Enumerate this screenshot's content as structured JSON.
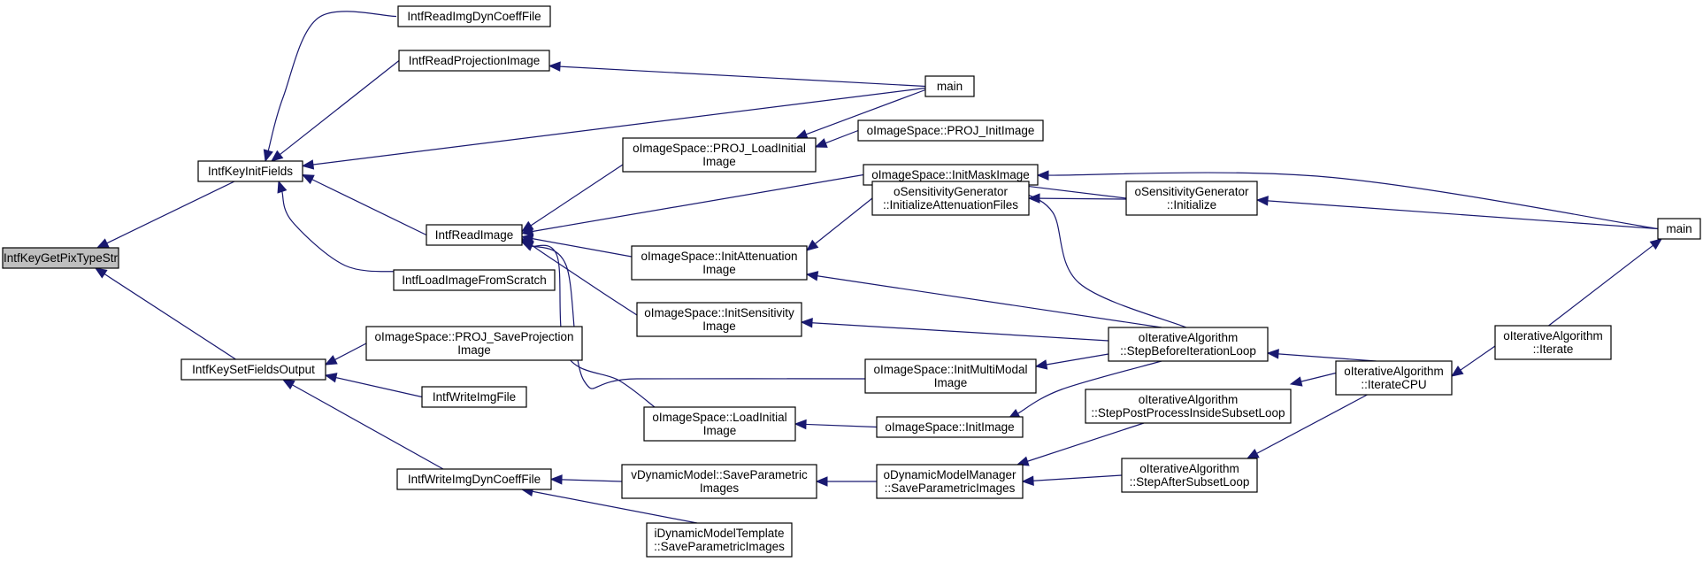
{
  "diagram": {
    "colors": {
      "edge": "#191970",
      "highlight": "#bfbfbf",
      "border": "#000000",
      "background": "#ffffff"
    },
    "nodes": [
      {
        "id": "n0",
        "lines": [
          "IntfKeyGetPixTypeStr"
        ],
        "highlight": true
      },
      {
        "id": "n1",
        "lines": [
          "IntfKeyInitFields"
        ]
      },
      {
        "id": "n2",
        "lines": [
          "IntfKeySetFieldsOutput"
        ]
      },
      {
        "id": "n3",
        "lines": [
          "IntfReadImgDynCoeffFile"
        ]
      },
      {
        "id": "n4",
        "lines": [
          "IntfReadProjectionImage"
        ]
      },
      {
        "id": "n5",
        "lines": [
          "IntfReadImage"
        ]
      },
      {
        "id": "n6",
        "lines": [
          "IntfLoadImageFromScratch"
        ]
      },
      {
        "id": "n7",
        "lines": [
          "oImageSpace::PROJ_SaveProjection",
          "Image"
        ]
      },
      {
        "id": "n8",
        "lines": [
          "IntfWriteImgFile"
        ]
      },
      {
        "id": "n9",
        "lines": [
          "IntfWriteImgDynCoeffFile"
        ]
      },
      {
        "id": "n10",
        "lines": [
          "main"
        ]
      },
      {
        "id": "n11",
        "lines": [
          "oImageSpace::PROJ_LoadInitial",
          "Image"
        ]
      },
      {
        "id": "n12",
        "lines": [
          "oImageSpace::InitMaskImage"
        ]
      },
      {
        "id": "n13",
        "lines": [
          "oImageSpace::InitAttenuation",
          "Image"
        ]
      },
      {
        "id": "n14",
        "lines": [
          "oImageSpace::InitSensitivity",
          "Image"
        ]
      },
      {
        "id": "n15",
        "lines": [
          "oImageSpace::InitMultiModal",
          "Image"
        ]
      },
      {
        "id": "n16",
        "lines": [
          "oImageSpace::LoadInitial",
          "Image"
        ]
      },
      {
        "id": "n17",
        "lines": [
          "vDynamicModel::SaveParametric",
          "Images"
        ]
      },
      {
        "id": "n18",
        "lines": [
          "iDynamicModelTemplate",
          "::SaveParametricImages"
        ]
      },
      {
        "id": "n19",
        "lines": [
          "oImageSpace::PROJ_InitImage"
        ]
      },
      {
        "id": "n20",
        "lines": [
          "oSensitivityGenerator",
          "::InitializeAttenuationFiles"
        ]
      },
      {
        "id": "n21",
        "lines": [
          "oImageSpace::InitImage"
        ]
      },
      {
        "id": "n22",
        "lines": [
          "oDynamicModelManager",
          "::SaveParametricImages"
        ]
      },
      {
        "id": "n23",
        "lines": [
          "oSensitivityGenerator",
          "::Initialize"
        ]
      },
      {
        "id": "n24",
        "lines": [
          "oIterativeAlgorithm",
          "::StepBeforeIterationLoop"
        ]
      },
      {
        "id": "n25",
        "lines": [
          "oIterativeAlgorithm",
          "::StepPostProcessInsideSubsetLoop"
        ]
      },
      {
        "id": "n26",
        "lines": [
          "oIterativeAlgorithm",
          "::StepAfterSubsetLoop"
        ]
      },
      {
        "id": "n27",
        "lines": [
          "oIterativeAlgorithm",
          "::IterateCPU"
        ]
      },
      {
        "id": "n28",
        "lines": [
          "oIterativeAlgorithm",
          "::Iterate"
        ]
      },
      {
        "id": "n29",
        "lines": [
          "main"
        ]
      }
    ],
    "edges": [
      {
        "from": "n1",
        "to": "n0"
      },
      {
        "from": "n2",
        "to": "n0"
      },
      {
        "from": "n3",
        "to": "n1"
      },
      {
        "from": "n4",
        "to": "n1"
      },
      {
        "from": "n5",
        "to": "n1"
      },
      {
        "from": "n6",
        "to": "n1"
      },
      {
        "from": "n10",
        "to": "n1"
      },
      {
        "from": "n7",
        "to": "n2"
      },
      {
        "from": "n8",
        "to": "n2"
      },
      {
        "from": "n9",
        "to": "n2"
      },
      {
        "from": "n10",
        "to": "n4"
      },
      {
        "from": "n11",
        "to": "n5"
      },
      {
        "from": "n12",
        "to": "n5"
      },
      {
        "from": "n13",
        "to": "n5"
      },
      {
        "from": "n14",
        "to": "n5"
      },
      {
        "from": "n15",
        "to": "n5"
      },
      {
        "from": "n16",
        "to": "n5"
      },
      {
        "from": "n17",
        "to": "n9"
      },
      {
        "from": "n18",
        "to": "n9"
      },
      {
        "from": "n10",
        "to": "n11"
      },
      {
        "from": "n19",
        "to": "n11"
      },
      {
        "from": "n23",
        "to": "n12"
      },
      {
        "from": "n24",
        "to": "n12"
      },
      {
        "from": "n29",
        "to": "n12"
      },
      {
        "from": "n20",
        "to": "n13"
      },
      {
        "from": "n24",
        "to": "n13"
      },
      {
        "from": "n24",
        "to": "n14"
      },
      {
        "from": "n24",
        "to": "n15"
      },
      {
        "from": "n21",
        "to": "n16"
      },
      {
        "from": "n24",
        "to": "n21"
      },
      {
        "from": "n22",
        "to": "n17"
      },
      {
        "from": "n23",
        "to": "n20"
      },
      {
        "from": "n25",
        "to": "n22"
      },
      {
        "from": "n26",
        "to": "n22"
      },
      {
        "from": "n29",
        "to": "n23"
      },
      {
        "from": "n27",
        "to": "n24"
      },
      {
        "from": "n27",
        "to": "n25"
      },
      {
        "from": "n27",
        "to": "n26"
      },
      {
        "from": "n28",
        "to": "n27"
      },
      {
        "from": "n28",
        "to": "n29"
      }
    ]
  }
}
